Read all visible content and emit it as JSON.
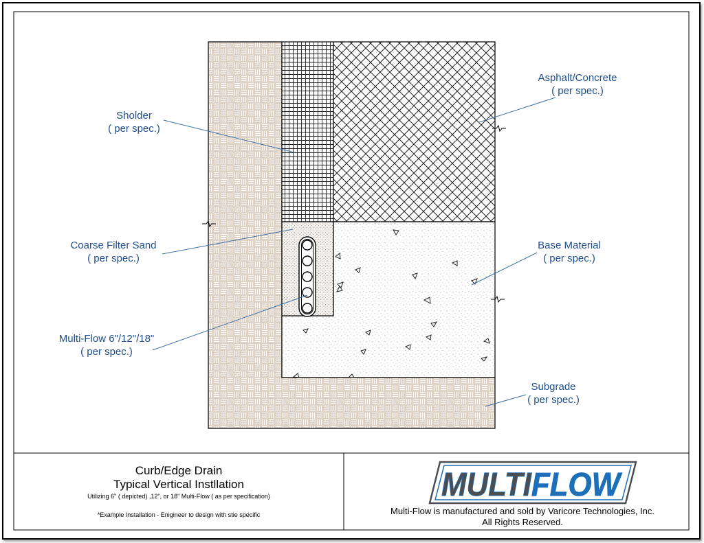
{
  "labels": {
    "asphalt": {
      "name": "Asphalt/Concrete",
      "note": "( per spec.)"
    },
    "shoulder": {
      "name": "Sholder",
      "note": "( per spec.)"
    },
    "sand": {
      "name": "Coarse Filter Sand",
      "note": "( per spec.)"
    },
    "base": {
      "name": "Base Material",
      "note": "( per spec.)"
    },
    "multiflow": {
      "name": "Multi-Flow 6\"/12\"/18\"",
      "note": "( per spec.)"
    },
    "subgrade": {
      "name": "Subgrade",
      "note": "( per spec.)"
    }
  },
  "title_block": {
    "title_line1": "Curb/Edge Drain",
    "title_line2": "Typical Vertical Instllation",
    "subtitle": "Utilizing 6\"  ( depicted)  ,12\",  or 18\" Multi-Flow   ( as per specification)",
    "note": "*Example Installation - Enigineer to design with stie specific",
    "logo_text": "MULTIFLOW",
    "company_line1": "Multi-Flow is manufactured and sold by Varicore Technologies, Inc.",
    "company_line2": "All Rights Reserved."
  },
  "colors": {
    "label_text": "#1f4e8c",
    "soil_fill": "#ded2c5",
    "logo_blue": "#1d6fb8",
    "logo_gray": "#4a4d52"
  }
}
